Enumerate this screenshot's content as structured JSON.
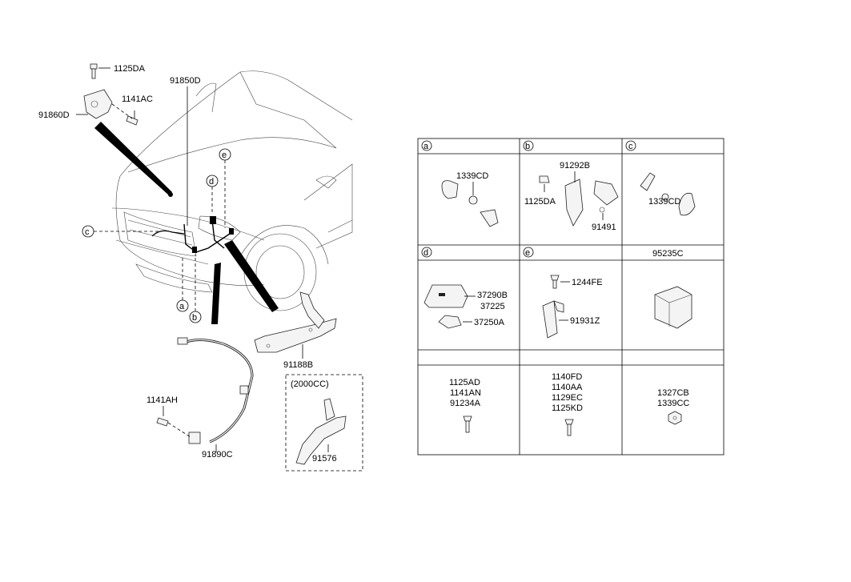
{
  "callouts": {
    "a": "a",
    "b": "b",
    "c": "c",
    "d": "d",
    "e": "e"
  },
  "labels": {
    "p1125DA": "1125DA",
    "p1141AC": "1141AC",
    "p91860D": "91860D",
    "p91850D": "91850D",
    "p91188B": "91188B",
    "p1141AH": "1141AH",
    "p91890C": "91890C",
    "variant": "(2000CC)",
    "p91576": "91576"
  },
  "table": {
    "headers": {
      "a": "a",
      "b": "b",
      "c": "c",
      "d": "d",
      "e": "e",
      "f": "95235C"
    },
    "cell_a": [
      "1339CD"
    ],
    "cell_b": [
      "91292B",
      "1125DA",
      "91491"
    ],
    "cell_c": [
      "1339CD"
    ],
    "cell_d": [
      "37290B",
      "37225",
      "37250A"
    ],
    "cell_e": [
      "1244FE",
      "91931Z"
    ],
    "cell_g": [
      "1125AD",
      "1141AN",
      "91234A"
    ],
    "cell_h": [
      "1140FD",
      "1140AA",
      "1129EC",
      "1125KD"
    ],
    "cell_i": [
      "1327CB",
      "1339CC"
    ]
  }
}
